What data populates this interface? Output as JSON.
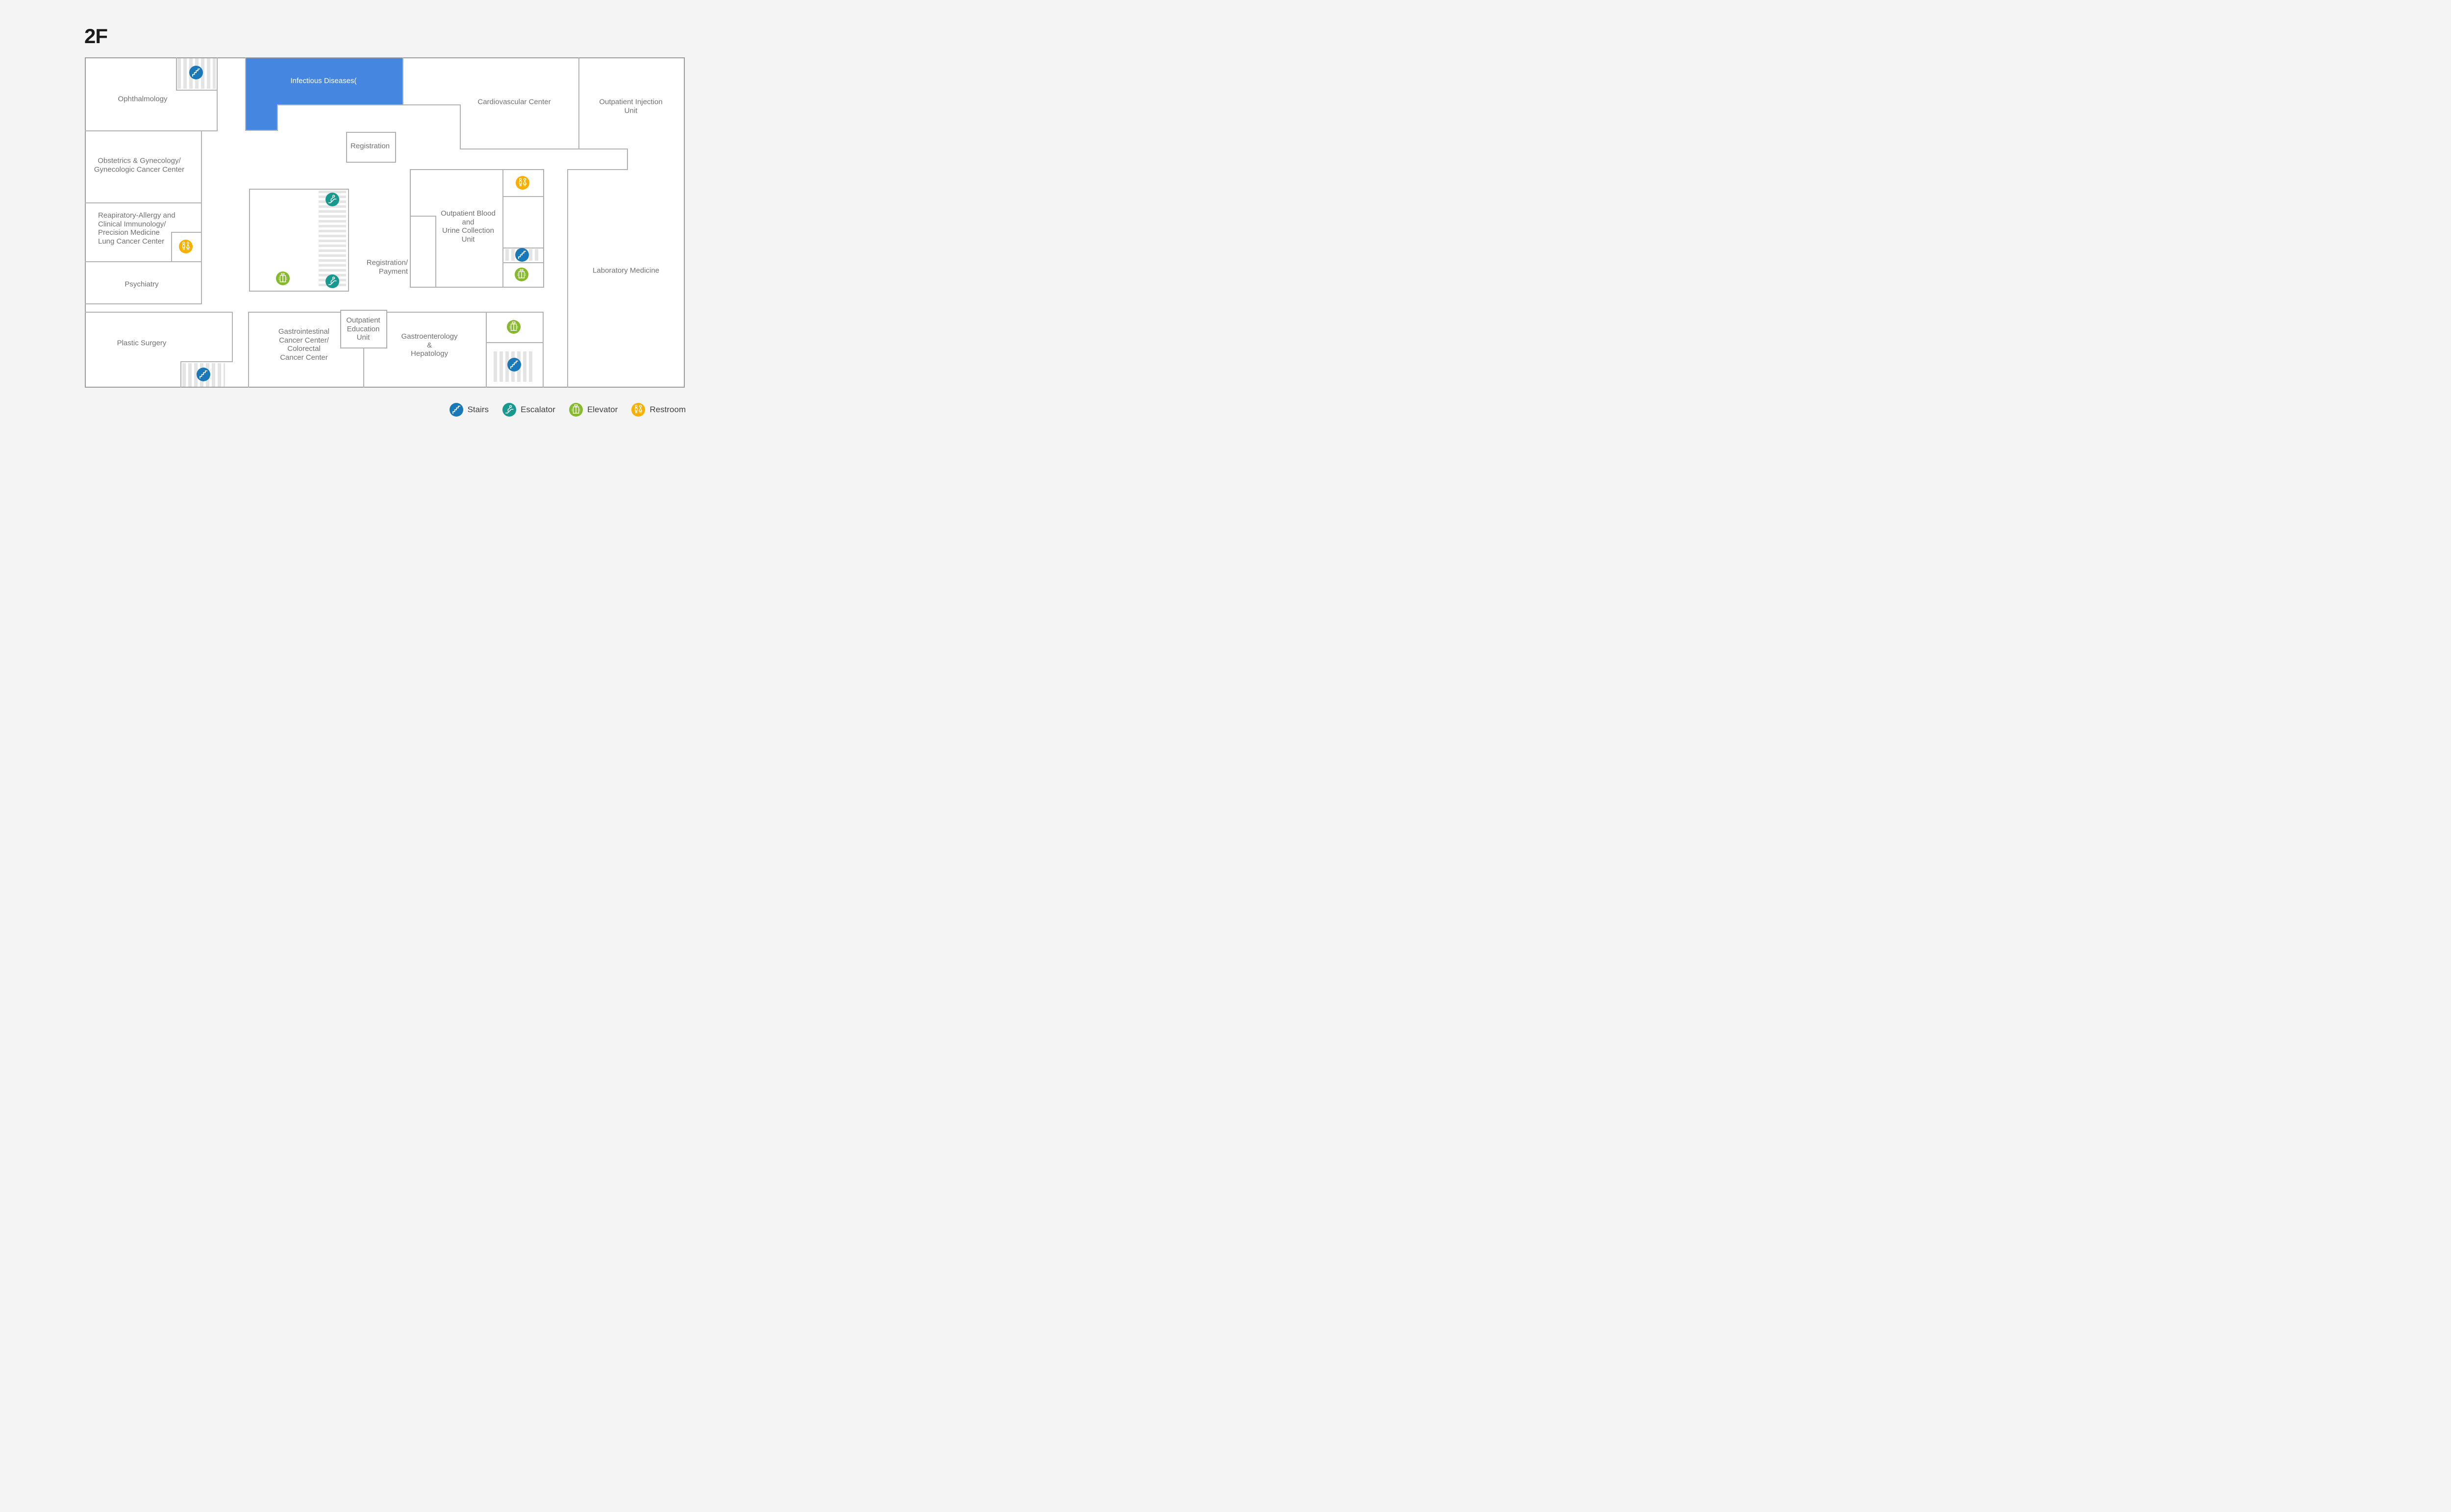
{
  "floor": {
    "title": "2F"
  },
  "colors": {
    "c_blueroom": "#4586e0",
    "c_stairs": "#1b78b8",
    "c_escalator": "#18998f",
    "c_elevator": "#86b92c",
    "c_restroom": "#f9af00"
  },
  "rooms": {
    "ophthalmology": {
      "label": "Ophthalmology"
    },
    "obstetrics": {
      "lines": [
        "Obstetrics & Gynecology/",
        "Gynecologic Cancer Center"
      ]
    },
    "respiratory": {
      "lines": [
        "Reapiratory-Allergy and",
        "Clinical Immunology/",
        "Precision Medicine",
        "Lung Cancer Center"
      ]
    },
    "psychiatry": {
      "label": "Psychiatry"
    },
    "plastic": {
      "label": "Plastic Surgery"
    },
    "infectious": {
      "label": "Infectious Diseases("
    },
    "cardiovascular": {
      "label": "Cardiovascular Center"
    },
    "injection": {
      "lines": [
        "Outpatient Injection",
        "Unit"
      ]
    },
    "registration": {
      "label": "Registration"
    },
    "reg_payment": {
      "lines": [
        "Registration/",
        "Payment"
      ]
    },
    "blood": {
      "lines": [
        "Outpatient Blood",
        "and",
        "Urine Collection",
        "Unit"
      ]
    },
    "laboratory": {
      "label": "Laboratory Medicine"
    },
    "gastro_cancer": {
      "lines": [
        "Gastrointestinal",
        "Cancer Center/",
        "Colorectal",
        "Cancer Center"
      ]
    },
    "education": {
      "lines": [
        "Outpatient",
        "Education",
        "Unit"
      ]
    },
    "gastroenterology": {
      "lines": [
        "Gastroenterology",
        "&",
        "Hepatology"
      ]
    }
  },
  "legend": [
    {
      "icon": "stairs-icon",
      "label": "Stairs"
    },
    {
      "icon": "escalator-icon",
      "label": "Escalator"
    },
    {
      "icon": "elevator-icon",
      "label": "Elevator"
    },
    {
      "icon": "restroom-icon",
      "label": "Restroom"
    }
  ]
}
